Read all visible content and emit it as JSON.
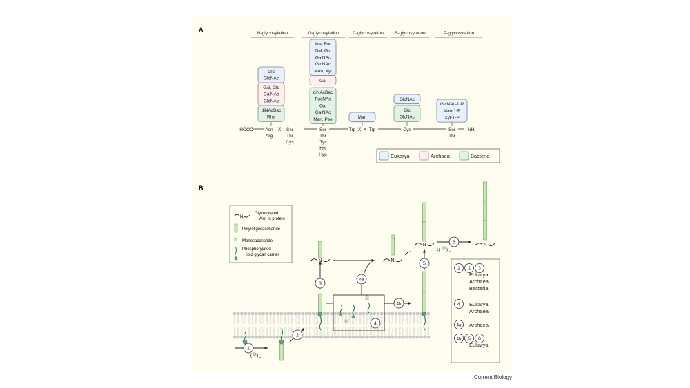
{
  "panelA": {
    "label": "A",
    "headers": [
      "N-glycosylation",
      "O-glycosylation",
      "C-glycosylation",
      "S-glycosylation",
      "P-glycosylation"
    ],
    "n_glyc": {
      "eukarya": [
        "Glc",
        "GlcNAc"
      ],
      "archaea": [
        "Gal, Glc",
        "GalNAc",
        "GlcNAc"
      ],
      "bacteria": [
        "diNAcBac",
        "Rha"
      ]
    },
    "o_glyc": {
      "eukarya": [
        "Ara, Fuc",
        "Gal, Glc",
        "GalNAc",
        "GlcNAc",
        "Man, Xyl"
      ],
      "archaea": [
        "Gal"
      ],
      "bacteria": [
        "diNAcBac",
        "FucNAc",
        "Gal",
        "GalNAc",
        "Man, Pse"
      ]
    },
    "c_glyc": {
      "eukarya": [
        "Man"
      ]
    },
    "s_glyc": {
      "eukarya": [
        "GlcNAc"
      ],
      "bacteria": [
        "Glc",
        "GlcNAc"
      ]
    },
    "p_glyc": {
      "eukarya": [
        "GlcNAc-1-P",
        "Man-1-P",
        "Xyl-1-P"
      ]
    },
    "chain": {
      "hooc": "HOOC",
      "n_site": [
        "Asn",
        "Arg"
      ],
      "x": "X",
      "n_ser": [
        "Ser",
        "Thr",
        "Cys"
      ],
      "o_site": [
        "Ser",
        "Thr",
        "Tyr",
        "Hyl",
        "Hyp"
      ],
      "c_site": "Trp–X–X–Trp",
      "s_site": "Cys",
      "p_site": [
        "Ser",
        "Thr"
      ],
      "nh2": "NH",
      "nh2_sub": "2"
    },
    "legend": [
      {
        "label": "Eukarya",
        "color": "#e8f0fb",
        "border": "#6d7fa8"
      },
      {
        "label": "Archaea",
        "color": "#fdeef0",
        "border": "#c46b7b"
      },
      {
        "label": "Bacteria",
        "color": "#e2f2e6",
        "border": "#6e9c7b"
      }
    ]
  },
  "panelB": {
    "label": "B",
    "key": [
      {
        "icon": "glycosylated-asn-icon",
        "lines": [
          "Glycosylated",
          "Asn in protein"
        ]
      },
      {
        "icon": "polysaccharide-icon",
        "lines": [
          "Poly/oligosaccharide"
        ]
      },
      {
        "icon": "monosaccharide-icon",
        "lines": [
          "Monosaccharide"
        ]
      },
      {
        "icon": "lipid-carrier-icon",
        "lines": [
          "Phosphorylated",
          "lipid glycan carrier"
        ]
      }
    ],
    "steps": [
      "1",
      "2",
      "3",
      "4",
      "4a",
      "4b",
      "5",
      "6"
    ],
    "asn_label": "N",
    "mono_n": "n",
    "plusminus": "±",
    "domain_key": [
      {
        "steps": [
          "1",
          "2",
          "3"
        ],
        "domains": [
          "Eukarya",
          "Archaea",
          "Bacteria"
        ]
      },
      {
        "steps": [
          "4"
        ],
        "domains": [
          "Eukarya",
          "Archaea"
        ]
      },
      {
        "steps": [
          "4a"
        ],
        "domains": [
          "Archaea"
        ]
      },
      {
        "steps": [
          "4b",
          "5",
          "6"
        ],
        "domains": [
          "Eukarya"
        ]
      }
    ]
  },
  "colors": {
    "eukarya_fill": "#e8f0fb",
    "eukarya_stroke": "#6d7fa8",
    "archaea_fill": "#fdeef0",
    "archaea_stroke": "#c46b7b",
    "bacteria_fill": "#e2f2e6",
    "bacteria_stroke": "#6e9c7b",
    "glycan_fill": "#c7e6b4",
    "glycan_stroke": "#6c9d5c",
    "carrier": "#2d6b4a",
    "lipid": "#c9c9c9"
  },
  "credit": "Current Biology"
}
